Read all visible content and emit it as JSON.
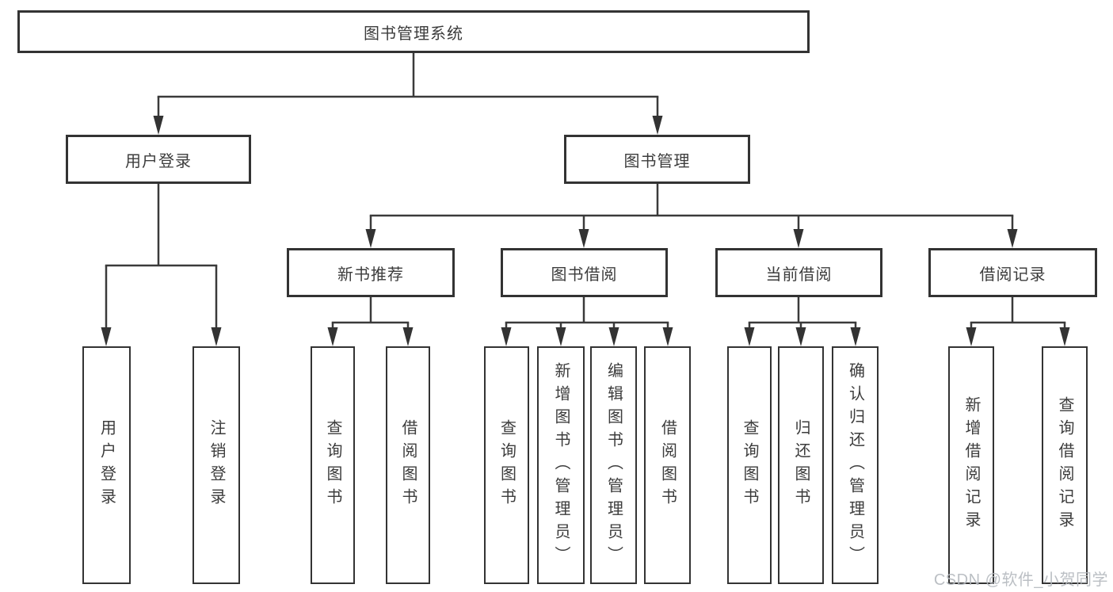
{
  "diagram_title": "图书管理系统",
  "watermark": "CSDN @软件_小贺同学",
  "colors": {
    "box_border": "#333333",
    "connector_line": "#3a3a3a",
    "arrowhead": "#333333",
    "text": "#3c3c3c",
    "watermark_text": "#b4b9be",
    "background": "#ffffff"
  },
  "tree": {
    "label": "图书管理系统",
    "children": [
      {
        "label": "用户登录",
        "children": [
          {
            "label": "用户登录"
          },
          {
            "label": "注销登录"
          }
        ]
      },
      {
        "label": "图书管理",
        "children": [
          {
            "label": "新书推荐",
            "children": [
              {
                "label": "查询图书"
              },
              {
                "label": "借阅图书"
              }
            ]
          },
          {
            "label": "图书借阅",
            "children": [
              {
                "label": "查询图书"
              },
              {
                "label": "新增图书（管理员）"
              },
              {
                "label": "编辑图书（管理员）"
              },
              {
                "label": "借阅图书"
              }
            ]
          },
          {
            "label": "当前借阅",
            "children": [
              {
                "label": "查询图书"
              },
              {
                "label": "归还图书"
              },
              {
                "label": "确认归还（管理员）"
              }
            ]
          },
          {
            "label": "借阅记录",
            "children": [
              {
                "label": "新增借阅记录"
              },
              {
                "label": "查询借阅记录"
              }
            ]
          }
        ]
      }
    ]
  }
}
